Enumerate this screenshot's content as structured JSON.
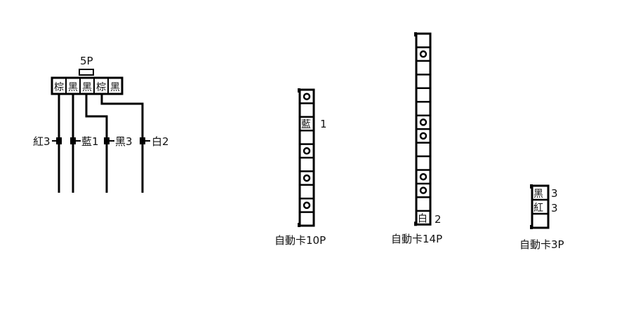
{
  "connector_5p": {
    "title": "5P",
    "pins": [
      "棕",
      "黑",
      "黑",
      "棕",
      "黑"
    ]
  },
  "wire_labels": {
    "w1": "紅3",
    "w2": "藍1",
    "w3": "黑3",
    "w4": "白2"
  },
  "card_10p": {
    "title": "自動卡10P",
    "cells": [
      "o",
      "",
      "藍",
      "",
      "o",
      "",
      "o",
      "",
      "o",
      ""
    ],
    "side_label": "1"
  },
  "card_14p": {
    "title": "自動卡14P",
    "cells": [
      "",
      "o",
      "",
      "",
      "",
      "",
      "o",
      "o",
      "",
      "",
      "o",
      "o",
      "",
      "白"
    ],
    "side_label": "2"
  },
  "card_3p": {
    "title": "自動卡3P",
    "cells": [
      "黑",
      "紅",
      ""
    ],
    "side_labels": [
      "3",
      "3",
      ""
    ]
  }
}
